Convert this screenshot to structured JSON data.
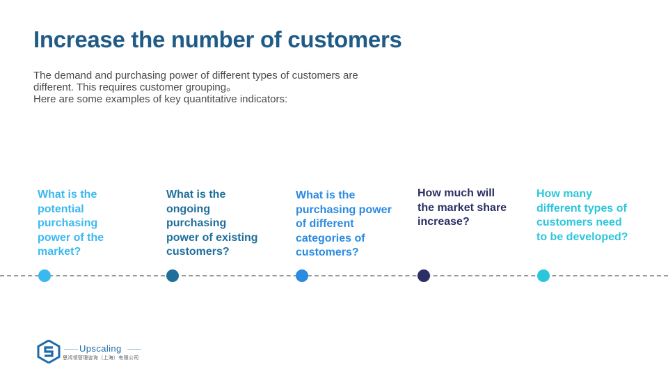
{
  "slide": {
    "title": "Increase the number of customers",
    "intro_lines": [
      "The demand and purchasing power of different types of customers are",
      "different.  This requires customer grouping。",
      "Here are some examples of key quantitative indicators:"
    ]
  },
  "timeline": {
    "items": [
      {
        "question": "What is the\npotential\npurchasing\npower of the\nmarket?",
        "color": "#3bb8f0"
      },
      {
        "question": "What is the\nongoing\npurchasing\npower of existing\ncustomers?",
        "color": "#1f6f9a"
      },
      {
        "question": "What is the\npurchasing  power\nof different\ncategories of\ncustomers?",
        "color": "#2b8be0"
      },
      {
        "question": "How much will\nthe market share\nincrease?",
        "color": "#2b2f63"
      },
      {
        "question": "How many\ndifferent types of\ncustomers need\nto be developed?",
        "color": "#2cc6dc"
      }
    ]
  },
  "logo": {
    "name": "Upscaling",
    "subtitle": "思鸿领管理咨询（上海）有限公司",
    "icon": "upscaling-logo-icon",
    "color": "#1f6aa8"
  }
}
